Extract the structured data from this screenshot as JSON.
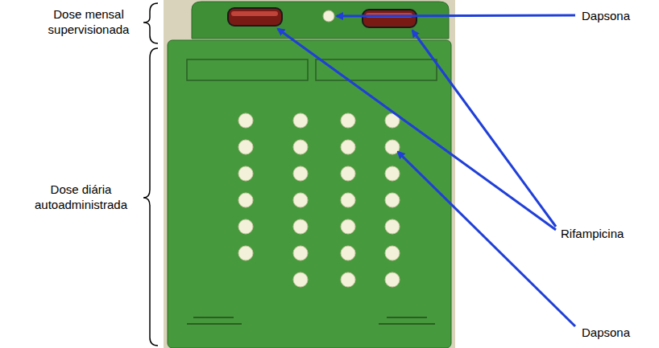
{
  "diagram": {
    "labels": [
      "Dose mensal supervisionada",
      "Dose diária autoadministrada",
      "Dapsona",
      "Rifampicina",
      "Dapsona"
    ]
  }
}
